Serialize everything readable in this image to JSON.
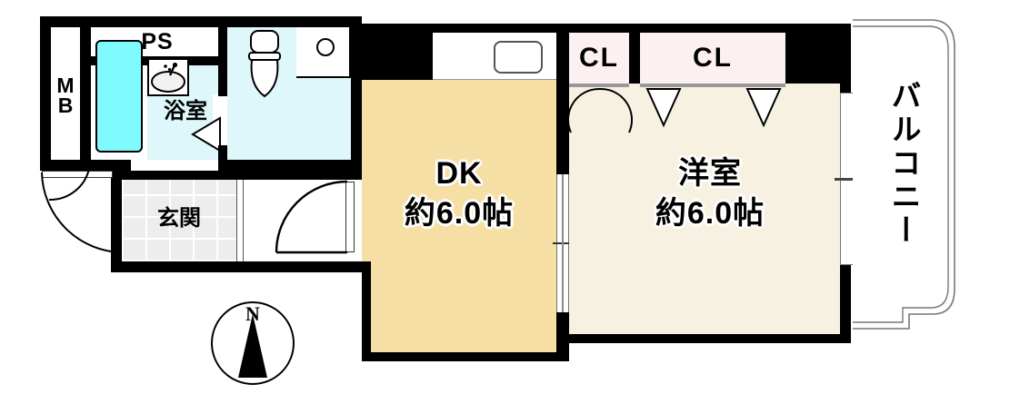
{
  "plan": {
    "type": "floor-plan",
    "unit_layout": "1DK",
    "colors": {
      "wall": "#000000",
      "dk_floor": "#f5dfa5",
      "room_floor": "#f7f1e1",
      "wet_area": "#ddf7fa",
      "bathtub": "#7ffbff",
      "closet": "#fdf0f1",
      "entrance_tile": "#efefef",
      "background": "#ffffff"
    },
    "rooms": [
      {
        "id": "dk",
        "name": "DK",
        "area_label": "約6.0帖"
      },
      {
        "id": "washitsu",
        "name": "洋室",
        "area_label": "約6.0帖"
      },
      {
        "id": "bath",
        "name": "浴室",
        "area_label": ""
      },
      {
        "id": "genkan",
        "name": "玄関",
        "area_label": ""
      },
      {
        "id": "balcony",
        "name": "バルコニー",
        "area_label": ""
      }
    ],
    "labels": {
      "ps": "PS",
      "mb": "MB",
      "mb_line1": "M",
      "mb_line2": "B",
      "closet_left": "CL",
      "closet_right": "CL",
      "bath": "浴室",
      "genkan": "玄関",
      "balcony": "バルコニー",
      "dk_name": "DK",
      "dk_area": "約6.0帖",
      "room_name": "洋室",
      "room_area": "約6.0帖"
    },
    "compass": {
      "label": "N",
      "icon": "compass-north-icon"
    },
    "fixtures": [
      {
        "name": "bathtub-icon"
      },
      {
        "name": "sink-icon"
      },
      {
        "name": "toilet-icon"
      },
      {
        "name": "washing-machine-space-icon"
      },
      {
        "name": "kitchen-sink-icon"
      }
    ],
    "doors": [
      {
        "name": "entrance-door-swing"
      },
      {
        "name": "genkan-inner-door-swing"
      },
      {
        "name": "bath-door-folding"
      },
      {
        "name": "closet-left-double-door"
      },
      {
        "name": "closet-right-folding-door"
      },
      {
        "name": "dk-room-sliding-door"
      },
      {
        "name": "balcony-sliding-door"
      }
    ]
  }
}
